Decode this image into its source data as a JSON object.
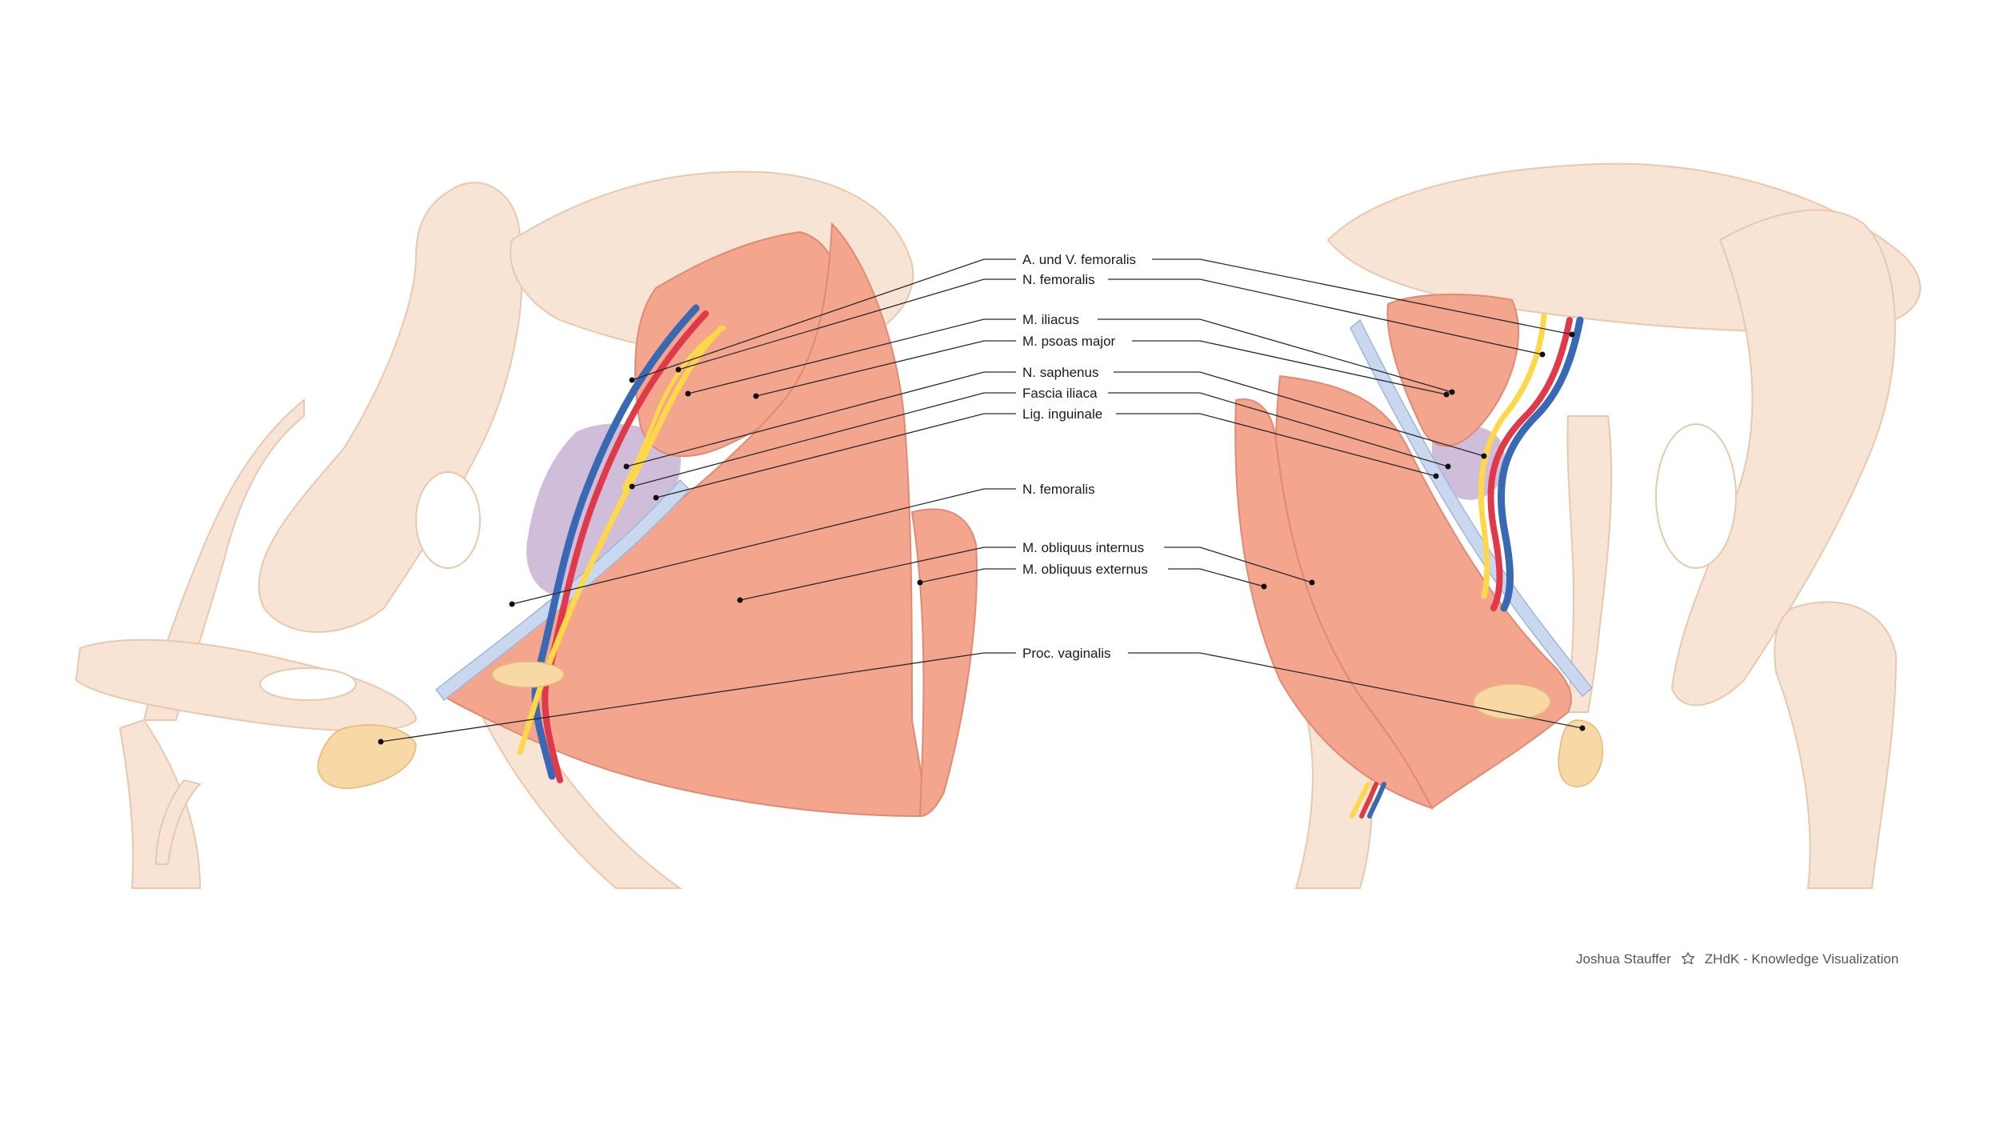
{
  "colors": {
    "bone": "#f8e3d2",
    "bone_outline": "#e7c6aa",
    "muscle": "#f4a58d",
    "muscle_outline": "#e08a73",
    "fascia": "#c9d8ee",
    "artery": "#e0394a",
    "vein": "#3a69b4",
    "nerve": "#ffd84a",
    "proc_vaginalis": "#f8d8a4",
    "lavender": "#cbb6d6"
  },
  "labels": {
    "a_v_femoralis": "A. und V. femoralis",
    "n_femoralis_top": "N. femoralis",
    "m_iliacus": "M. iliacus",
    "m_psoas_major": "M. psoas major",
    "n_saphenus": "N. saphenus",
    "fascia_iliaca": "Fascia iliaca",
    "lig_inguinale": "Lig. inguinale",
    "n_femoralis_mid": "N. femoralis",
    "m_obliquus_internus": "M. obliquus internus",
    "m_obliquus_externus": "M. obliquus externus",
    "proc_vaginalis": "Proc. vaginalis"
  },
  "credit": {
    "author": "Joshua Stauffer",
    "institution": "ZHdK - Knowledge Visualization"
  }
}
